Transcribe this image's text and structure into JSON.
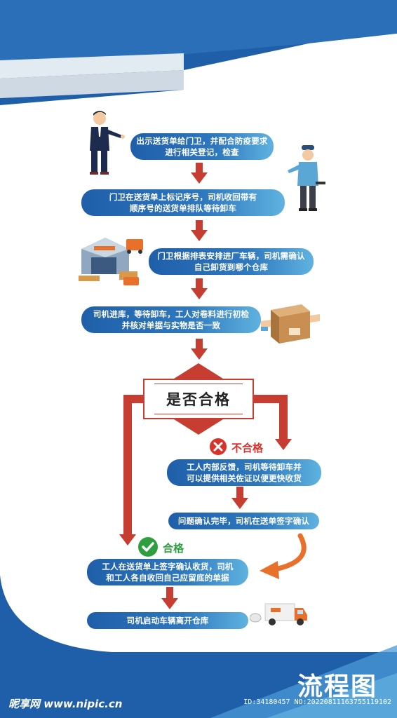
{
  "colors": {
    "primary_blue": "#1f5ea8",
    "light_blue": "#5fb2e0",
    "arrow_red": "#c73d32",
    "pass_green": "#2e9e3f",
    "fail_red": "#d8322b",
    "return_orange": "#e8702a"
  },
  "steps": [
    {
      "line1": "出示送货单给门卫，并配合防疫要求",
      "line2": "进行相关登记，检查"
    },
    {
      "line1": "门卫在送货单上标记序号，司机收回带有",
      "line2": "顺序号的送货单排队等待卸车"
    },
    {
      "line1": "门卫根据排表安排进厂车辆，司机需确认",
      "line2": "自己卸货到哪个仓库"
    },
    {
      "line1": "司机进库，等待卸车，工人对卷料进行初检",
      "line2": "并核对单据与实物是否一致"
    }
  ],
  "decision": {
    "label": "是否合格"
  },
  "fail_branch": {
    "label": "不合格",
    "icon": "x-circle-icon",
    "step1": {
      "line1": "工人内部反馈，司机等待卸车并",
      "line2": "可以提供相关佐证以便更快收货"
    },
    "step2": {
      "line1": "问题确认完毕，司机在送单签字确认"
    }
  },
  "pass_branch": {
    "label": "合格",
    "icon": "check-circle-icon",
    "step": {
      "line1": "工人在送货单上签字确认收货，司机",
      "line2": "和工人各自收回自己应留底的单据"
    }
  },
  "final_step": {
    "line1": "司机启动车辆离开仓库"
  },
  "footer": {
    "title": "流程图"
  },
  "watermark": {
    "logo": "昵享网 www.nipic.cn",
    "id": "ID:34180457 NO:20220811163755119102"
  }
}
